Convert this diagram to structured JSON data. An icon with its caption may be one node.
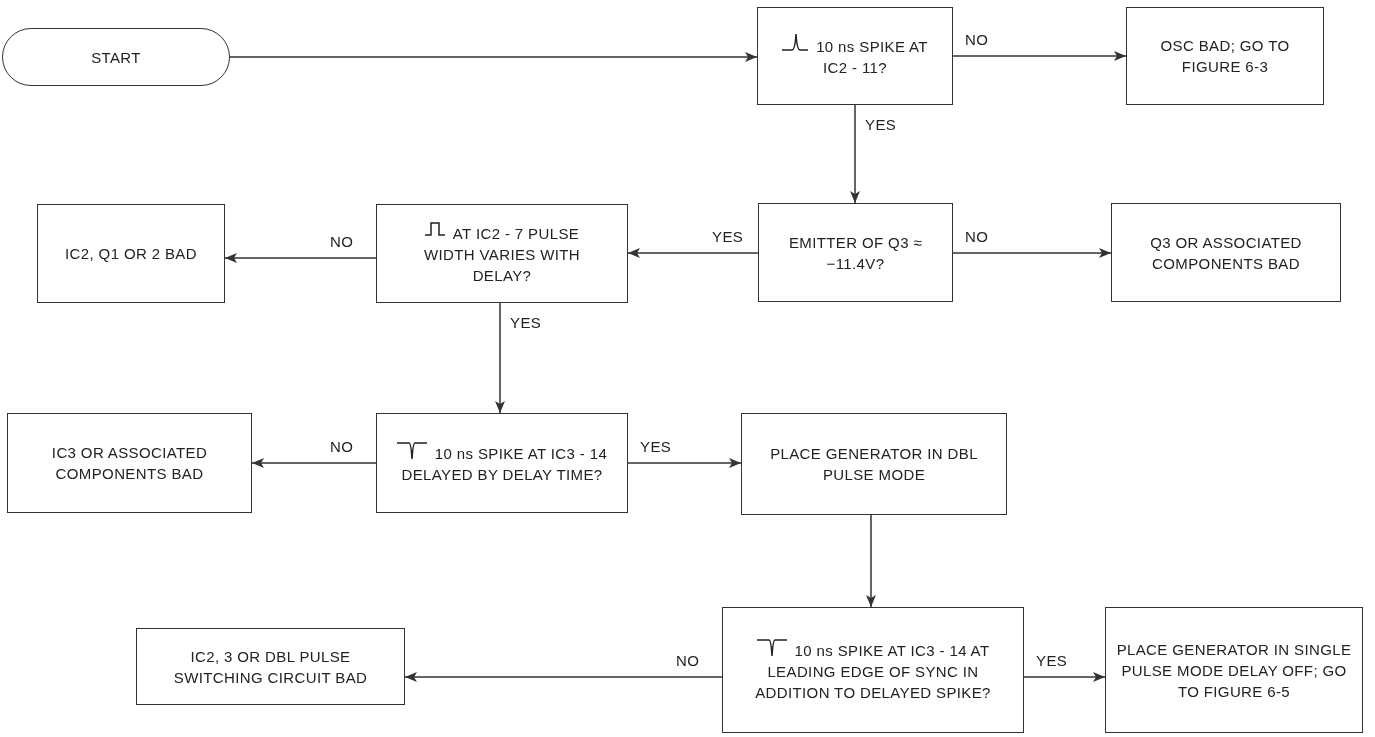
{
  "diagram": {
    "nodes": [
      {
        "text": [
          "START"
        ]
      },
      {
        "text": [
          "10 ns SPIKE AT IC2 - 11?"
        ]
      },
      {
        "text": [
          "OSC BAD; GO TO FIGURE 6-3"
        ]
      },
      {
        "text": [
          "EMITTER OF Q3 ≈ −11.4V?"
        ]
      },
      {
        "text": [
          "Q3 OR ASSOCIATED COMPONENTS BAD"
        ]
      },
      {
        "text": [
          "AT IC2 - 7 PULSE WIDTH VARIES WITH DELAY?"
        ]
      },
      {
        "text": [
          "IC2, Q1 OR 2 BAD"
        ]
      },
      {
        "text": [
          "10 ns SPIKE AT IC3 - 14 DELAYED BY DELAY TIME?"
        ]
      },
      {
        "text": [
          "IC3 OR ASSOCIATED COMPONENTS BAD"
        ]
      },
      {
        "text": [
          "PLACE GENERATOR IN DBL PULSE MODE"
        ]
      },
      {
        "text": [
          "10 ns SPIKE AT IC3 - 14 AT LEADING EDGE OF SYNC IN ADDITION TO DELAYED SPIKE?"
        ]
      },
      {
        "text": [
          "IC2, 3 OR DBL PULSE SWITCHING CIRCUIT BAD"
        ]
      },
      {
        "text": [
          "PLACE GENERATOR IN SINGLE PULSE MODE DELAY OFF; GO TO FIGURE 6-5"
        ]
      }
    ],
    "edges": [
      {
        "from": 0,
        "to": 1,
        "arrow": "to"
      },
      {
        "from": 1,
        "to": 2,
        "arrow": "to",
        "label": "NO"
      },
      {
        "from": 1,
        "to": 3,
        "arrow": "to",
        "label": "YES"
      },
      {
        "from": 3,
        "to": 5,
        "arrow": "to",
        "label": "YES"
      },
      {
        "from": 3,
        "to": 4,
        "arrow": "to",
        "label": "NO"
      },
      {
        "from": 5,
        "to": 6,
        "arrow": "to",
        "label": "NO"
      },
      {
        "from": 5,
        "to": 7,
        "arrow": "to",
        "label": "YES"
      },
      {
        "from": 7,
        "to": 8,
        "arrow": "to",
        "label": "NO"
      },
      {
        "from": 7,
        "to": 9,
        "arrow": "to",
        "label": "YES"
      },
      {
        "from": 9,
        "to": 10,
        "arrow": "to"
      },
      {
        "from": 10,
        "to": 11,
        "arrow": "to",
        "label": "NO"
      },
      {
        "from": 10,
        "to": 12,
        "arrow": "to",
        "label": "YES"
      }
    ]
  }
}
